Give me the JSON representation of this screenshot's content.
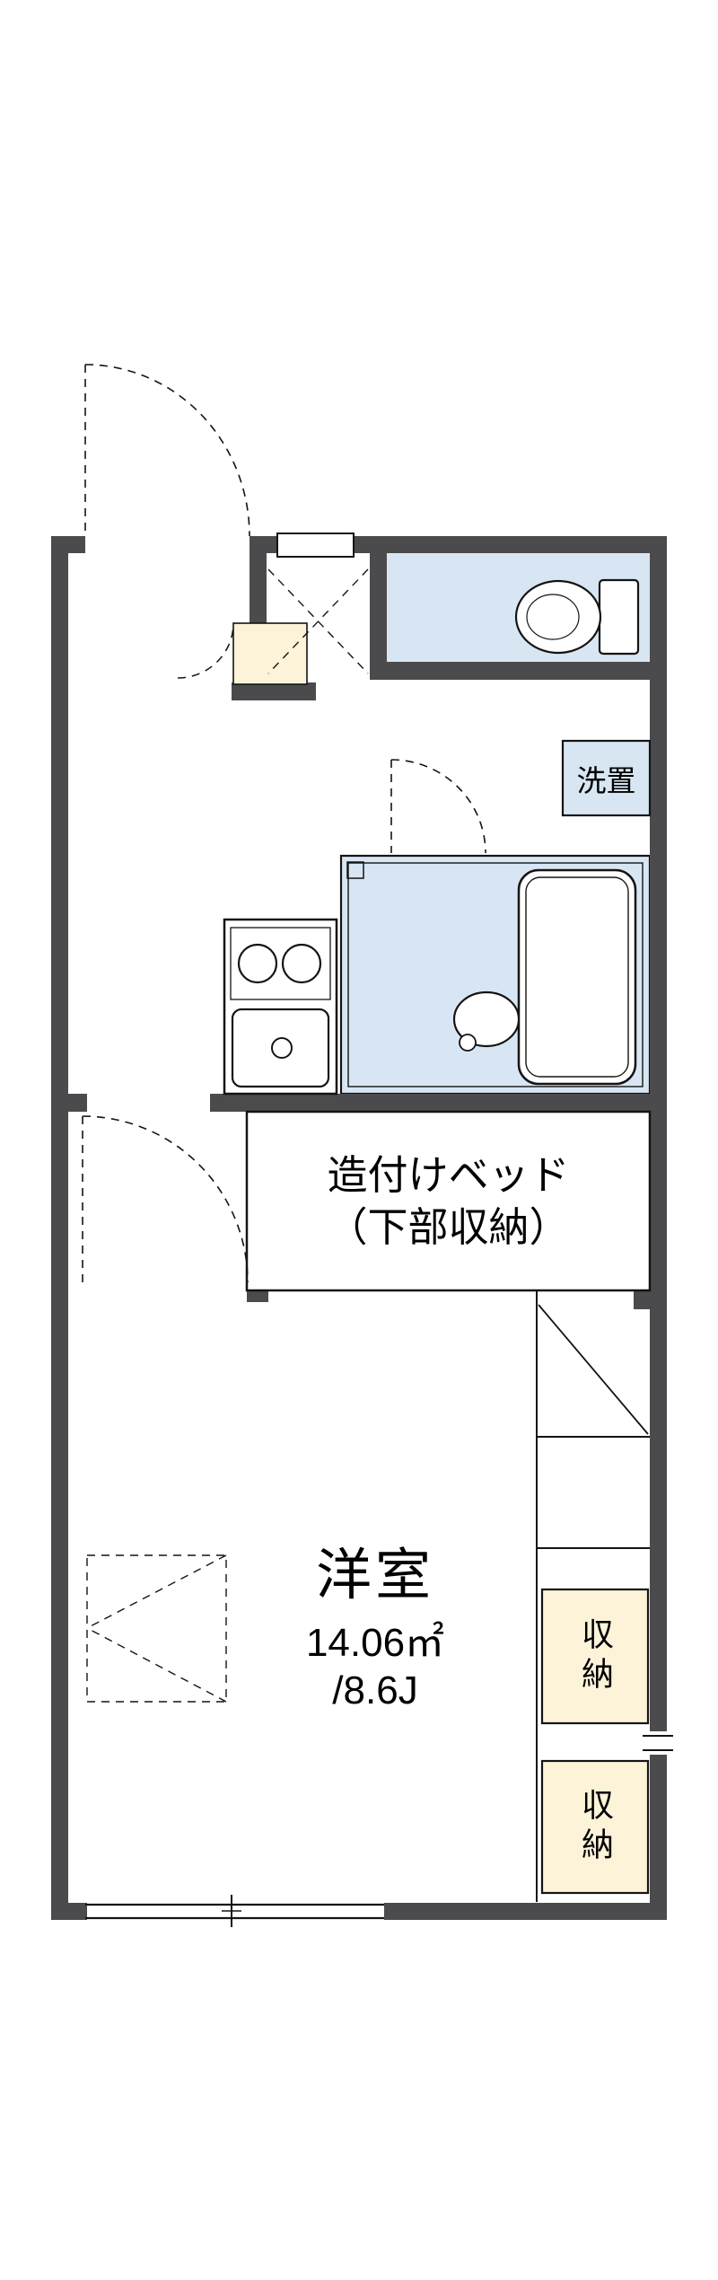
{
  "colors": {
    "wall": "#4b4b4d",
    "water": "#d8e6f3",
    "cream": "#fdf3d8",
    "line": "#141414",
    "bg": "#ffffff"
  },
  "labels": {
    "washer": "洗置",
    "bed_line1": "造付けベッド",
    "bed_line2": "（下部収納）",
    "room": "洋室",
    "area_m2": "14.06㎡",
    "area_jo": "/8.6J",
    "storage_top": "収納",
    "storage_bottom": "収納"
  },
  "icons": {
    "toilet": "toilet-icon",
    "bathtub": "bathtub-icon",
    "washbasin": "washbasin-icon",
    "stove": "stove-icon",
    "sink": "sink-icon"
  }
}
